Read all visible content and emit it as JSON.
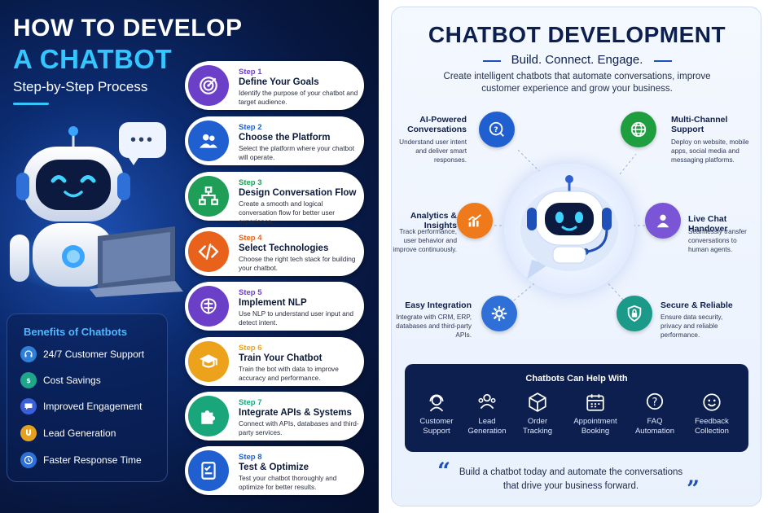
{
  "left": {
    "title_line1": "HOW TO DEVELOP",
    "title_line2": "A CHATBOT",
    "subtitle": "Step-by-Step Process",
    "steps": [
      {
        "num": "Step 1",
        "title": "Define Your Goals",
        "desc": "Identify the purpose of your chatbot and target audience.",
        "color": "#6b3fc8",
        "icon": "target-icon"
      },
      {
        "num": "Step 2",
        "title": "Choose the Platform",
        "desc": "Select the platform where your chatbot will operate.",
        "color": "#1f5fd0",
        "icon": "users-icon"
      },
      {
        "num": "Step 3",
        "title": "Design Conversation Flow",
        "desc": "Create a smooth and logical conversation flow for better user experience.",
        "color": "#1e9e57",
        "icon": "flowchart-icon"
      },
      {
        "num": "Step 4",
        "title": "Select Technologies",
        "desc": "Choose the right tech stack for building your chatbot.",
        "color": "#e8621c",
        "icon": "code-icon"
      },
      {
        "num": "Step 5",
        "title": "Implement NLP",
        "desc": "Use NLP to understand user input and detect intent.",
        "color": "#6b3fc8",
        "icon": "brain-icon"
      },
      {
        "num": "Step 6",
        "title": "Train Your Chatbot",
        "desc": "Train the bot with data to improve accuracy and performance.",
        "color": "#eda21b",
        "icon": "graduation-cap-icon"
      },
      {
        "num": "Step 7",
        "title": "Integrate APIs & Systems",
        "desc": "Connect with APIs, databases and third-party services.",
        "color": "#18a67a",
        "icon": "puzzle-icon"
      },
      {
        "num": "Step 8",
        "title": "Test & Optimize",
        "desc": "Test your chatbot thoroughly and optimize for better results.",
        "color": "#1f5fd0",
        "icon": "checklist-icon"
      }
    ],
    "benefits_title": "Benefits of Chatbots",
    "benefits": [
      {
        "label": "24/7 Customer Support",
        "color": "#2f7ed8",
        "icon": "headset-icon"
      },
      {
        "label": "Cost Savings",
        "color": "#1ea58a",
        "icon": "dollar-icon"
      },
      {
        "label": "Improved Engagement",
        "color": "#3a5fd8",
        "icon": "chat-icon"
      },
      {
        "label": "Lead Generation",
        "color": "#e5a21f",
        "icon": "magnet-icon"
      },
      {
        "label": "Faster Response Time",
        "color": "#2f6fd8",
        "icon": "clock-icon"
      }
    ]
  },
  "right": {
    "title": "CHATBOT DEVELOPMENT",
    "tagline": "Build. Connect. Engage.",
    "intro": "Create intelligent chatbots that automate conversations, improve customer experience and grow your business.",
    "features": [
      {
        "title": "AI-Powered Conversations",
        "desc": "Understand user intent and deliver smart responses.",
        "color": "#1f5fd0",
        "icon": "ai-chat-icon"
      },
      {
        "title": "Multi-Channel Support",
        "desc": "Deploy on website, mobile apps, social media and messaging platforms.",
        "color": "#1e9e3f",
        "icon": "globe-icon"
      },
      {
        "title": "Analytics & Insights",
        "desc": "Track performance, user behavior and improve continuously.",
        "color": "#ee7a1c",
        "icon": "bar-chart-icon"
      },
      {
        "title": "Live Chat Handover",
        "desc": "Seamlessly transfer conversations to human agents.",
        "color": "#7a55d6",
        "icon": "person-icon"
      },
      {
        "title": "Easy Integration",
        "desc": "Integrate with CRM, ERP, databases and third-party APIs.",
        "color": "#2f6fd8",
        "icon": "gear-icon"
      },
      {
        "title": "Secure & Reliable",
        "desc": "Ensure data security, privacy and reliable performance.",
        "color": "#1b9a8a",
        "icon": "lock-shield-icon"
      }
    ],
    "help_title": "Chatbots Can Help With",
    "help_items": [
      {
        "l1": "Customer",
        "l2": "Support",
        "icon": "support-agent-icon"
      },
      {
        "l1": "Lead",
        "l2": "Generation",
        "icon": "lead-users-icon"
      },
      {
        "l1": "Order",
        "l2": "Tracking",
        "icon": "box-icon"
      },
      {
        "l1": "Appointment",
        "l2": "Booking",
        "icon": "calendar-icon"
      },
      {
        "l1": "FAQ",
        "l2": "Automation",
        "icon": "question-bubble-icon"
      },
      {
        "l1": "Feedback",
        "l2": "Collection",
        "icon": "smiley-icon"
      }
    ],
    "closing_line1": "Build a chatbot today and automate the conversations",
    "closing_line2": "that drive your business forward."
  }
}
